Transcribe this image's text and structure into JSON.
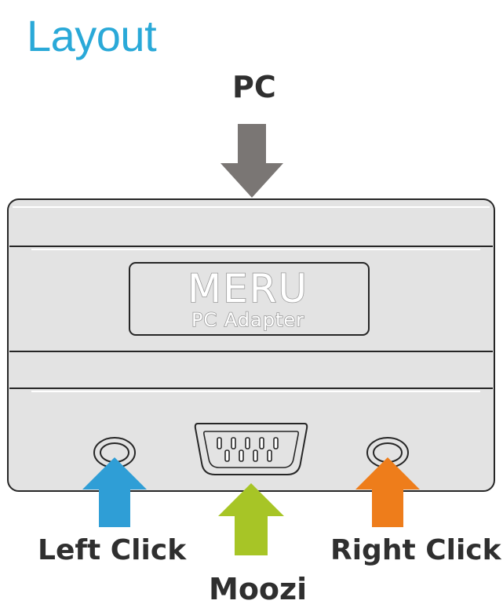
{
  "title": "Layout",
  "labels": {
    "pc": "PC",
    "left_click": "Left Click",
    "right_click": "Right Click",
    "moozi": "Moozi"
  },
  "device": {
    "brand": "MERU",
    "subtitle": "PC Adapter"
  },
  "colors": {
    "title": "#2aa9d8",
    "pc_arrow": "#7a7674",
    "left_click_arrow": "#2f9ed6",
    "right_click_arrow": "#ee7d1b",
    "moozi_arrow": "#a7c526",
    "device_body": "#e3e3e3",
    "outline": "#262626"
  }
}
